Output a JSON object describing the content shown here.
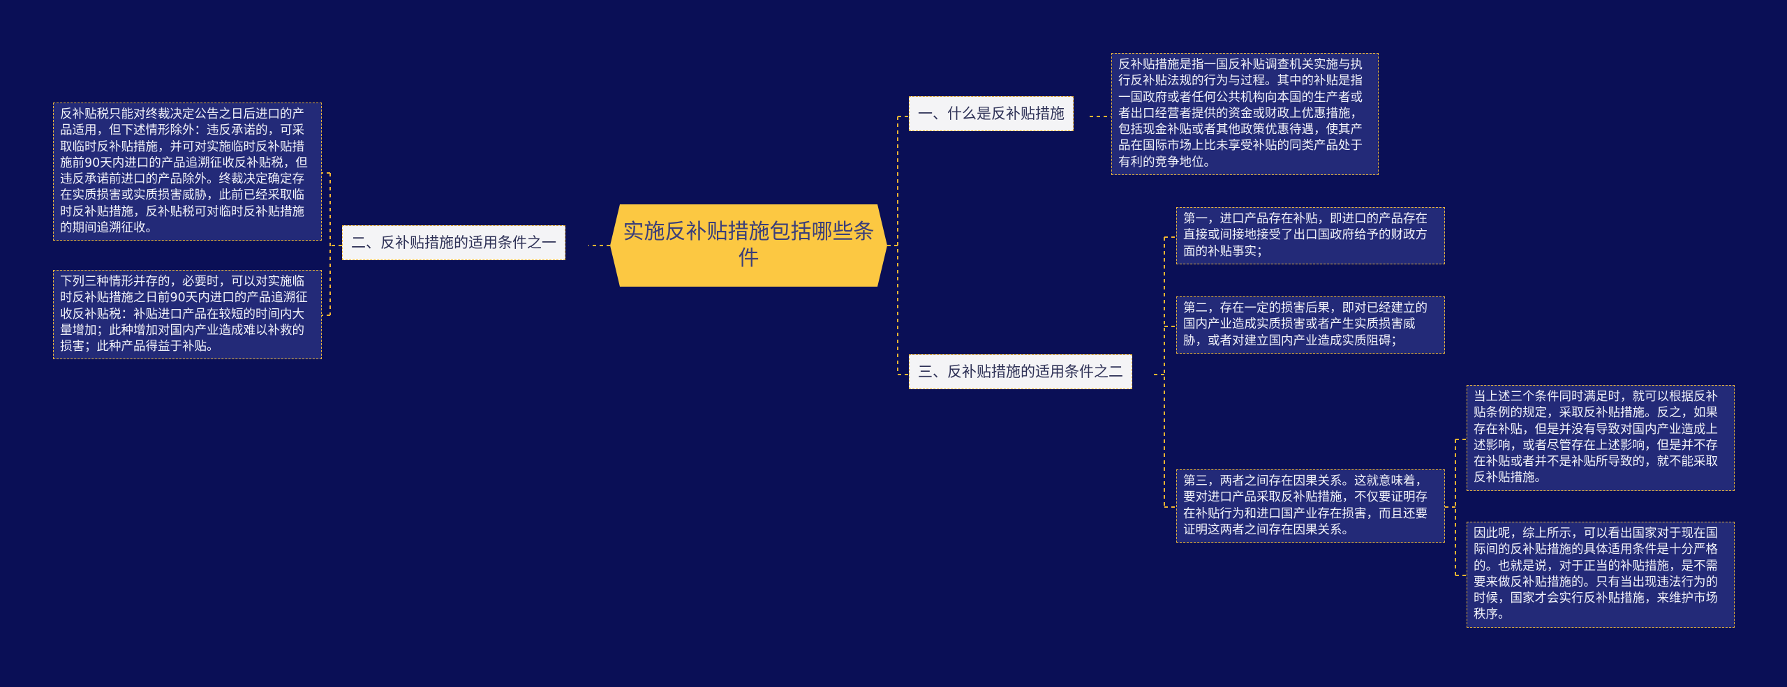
{
  "root": {
    "label": "实施反补贴措施包括哪些条件"
  },
  "branches": [
    {
      "label": "一、什么是反补贴措施"
    },
    {
      "label": "二、反补贴措施的适用条件之一"
    },
    {
      "label": "三、反补贴措施的适用条件之二"
    }
  ],
  "leaves": {
    "b1_def": "反补贴措施是指一国反补贴调查机关实施与执行反补贴法规的行为与过程。其中的补贴是指一国政府或者任何公共机构向本国的生产者或者出口经营者提供的资金或财政上优惠措施，包括现金补贴或者其他政策优惠待遇，使其产品在国际市场上比未享受补贴的同类产品处于有利的竞争地位。",
    "b2_a": "反补贴税只能对终裁决定公告之日后进口的产品适用，但下述情形除外：违反承诺的，可采取临时反补贴措施，并可对实施临时反补贴措施前90天内进口的产品追溯征收反补贴税，但违反承诺前进口的产品除外。终裁决定确定存在实质损害或实质损害威胁，此前已经采取临时反补贴措施，反补贴税可对临时反补贴措施的期间追溯征收。",
    "b2_b": "下列三种情形并存的，必要时，可以对实施临时反补贴措施之日前90天内进口的产品追溯征收反补贴税：补贴进口产品在较短的时间内大量增加；此种增加对国内产业造成难以补救的损害；此种产品得益于补贴。",
    "b3_first": "第一，进口产品存在补贴，即进口的产品存在直接或间接地接受了出口国政府给予的财政方面的补贴事实；",
    "b3_second": "第二，存在一定的损害后果，即对已经建立的国内产业造成实质损害或者产生实质损害威胁，或者对建立国内产业造成实质阻碍；",
    "b3_third": "第三，两者之间存在因果关系。这就意味着，要对进口产品采取反补贴措施，不仅要证明存在补贴行为和进口国产业存在损害，而且还要证明这两者之间存在因果关系。",
    "b3_third_a": "当上述三个条件同时满足时，就可以根据反补贴条例的规定，采取反补贴措施。反之，如果存在补贴，但是并没有导致对国内产业造成上述影响，或者尽管存在上述影响，但是并不存在补贴或者并不是补贴所导致的，就不能采取反补贴措施。",
    "b3_third_b": "因此呢，综上所示，可以看出国家对于现在国际间的反补贴措施的具体适用条件是十分严格的。也就是说，对于正当的补贴措施，是不需要来做反补贴措施的。只有当出现违法行为的时候，国家才会实行反补贴措施，来维护市场秩序。"
  },
  "colors": {
    "background": "#0a0f56",
    "root_fill": "#fcc842",
    "branch_fill": "#f4f4f6",
    "leaf_fill": "#232a78",
    "connector": "#f2b632"
  }
}
